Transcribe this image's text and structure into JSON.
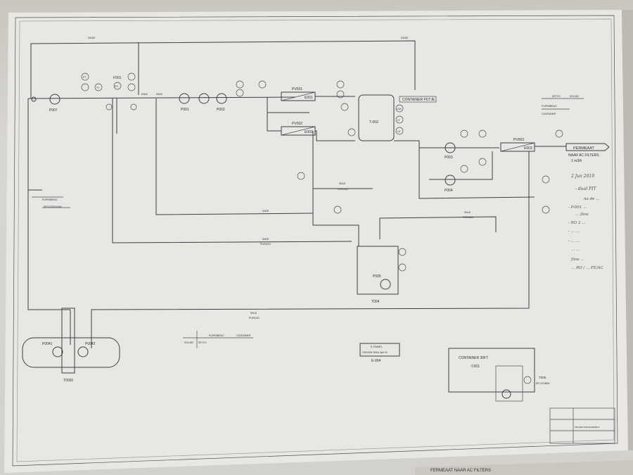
{
  "pumps": {
    "p007": "P007",
    "p001": "P001",
    "p002": "P002",
    "p003": "P003",
    "p004": "P004",
    "p005": "P005",
    "p0041": "P0041",
    "p0042": "P0042"
  },
  "valves": {
    "pv001": "PV001",
    "pv002": "PV002",
    "pv003": "PV003"
  },
  "equipment": {
    "e001": "E001",
    "e002": "E002",
    "e003": "E003",
    "f001": "F001",
    "t003": "T-003",
    "t004": "T004",
    "t020": "T0020",
    "t005": "T005",
    "t005_sub": "RO LEVBAK",
    "c001": "C001",
    "container_title": "CONTAINER 30FT",
    "container_putje": "CONTAINER PUTJE",
    "epanel_title": "E-PANEL",
    "epanel_spec": "230/400V 50Hz 3ph+N",
    "epanel_tag": "E-004"
  },
  "lines": {
    "dn32": "DN32",
    "dn25": "DN25",
    "dn40": "DN40",
    "dn15": "DN15",
    "pupr": "PUPR10",
    "pupr4101": "PUP#101",
    "pupr4201": "PUP#201"
  },
  "labels": {
    "permeaat": "PERMEAAT",
    "naar_ac": "NAAR AC FILTERS",
    "flow": "1 m3/h",
    "setcs": "SETCS",
    "solvay": "SOLVAY",
    "pupenbruc": "PUPENBRUC",
    "container": "CONTAINER",
    "solvay2": "SOLVAY",
    "setcs2": "SETCS",
    "pupenbruc2": "PUPENBRUC",
    "setcs_solvay": "SETCS/SOLVAY",
    "cont2": "CONTAINER",
    "bottom_strip": "FERMEAAT NAAR AC FILTERS"
  },
  "instruments": {
    "pt": "PT",
    "pit": "PIT",
    "tt": "TT",
    "fit": "FIT",
    "lsa": "LSA",
    "lt": "LT",
    "ls": "LS",
    "tsa": "TSA"
  },
  "notes": {
    "line1": "2 Jun 2019",
    "line2": "- dual PIT",
    "line3": "na de ...",
    "line4": "- P-001 ... ",
    "line5": "... flow",
    "line6": "- RO 2 ...",
    "line7": "- ... ...",
    "line8": "- ... ...",
    "line9": "... ...",
    "line10": "flow ...",
    "line11": "... RO / ... FE/AC"
  },
  "titleblock": {
    "row1": "PROJECTMANAGEMENT"
  }
}
